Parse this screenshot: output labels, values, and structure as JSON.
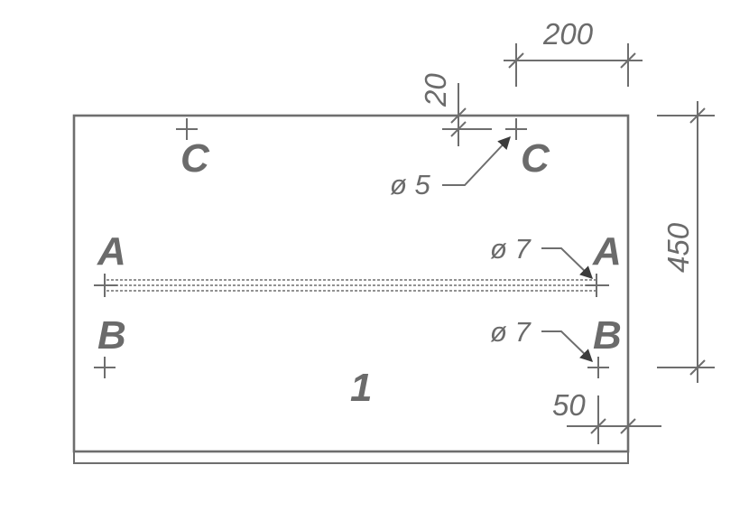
{
  "drawing": {
    "panel_number": "1",
    "hole_labels": {
      "a": "A",
      "b": "B",
      "c": "C"
    },
    "dimensions": {
      "width_offset": "200",
      "edge_offset": "20",
      "height": "450",
      "side_offset": "50"
    },
    "diameters": {
      "c_hole": "ø 5",
      "a_hole": "ø 7",
      "b_hole": "ø 7"
    },
    "colors": {
      "line": "#6e6e6e",
      "text": "#6b6b6b",
      "background": "#ffffff"
    }
  }
}
